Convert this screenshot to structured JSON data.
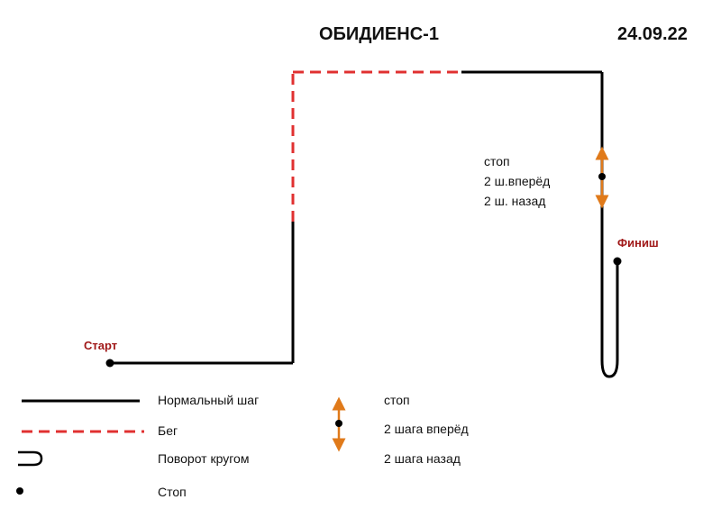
{
  "header": {
    "title": "ОБИДИЕНС-1",
    "date": "24.09.22"
  },
  "course": {
    "start_label": "Старт",
    "finish_label": "Финиш",
    "stop_note": {
      "line1": "стоп",
      "line2": "2 ш.вперёд",
      "line3": "2 ш. назад"
    }
  },
  "legend": {
    "normal_walk": "Нормальный шаг",
    "run": "Бег",
    "about_turn": "Поворот кругом",
    "stop": "Стоп",
    "stop_step": {
      "line1": "стоп",
      "line2": "2 шага вперёд",
      "line3": "2 шага назад"
    }
  },
  "colors": {
    "line": "#000000",
    "run_dash": "#e03030",
    "arrow": "#e07a1a",
    "label_red": "#a01818"
  }
}
